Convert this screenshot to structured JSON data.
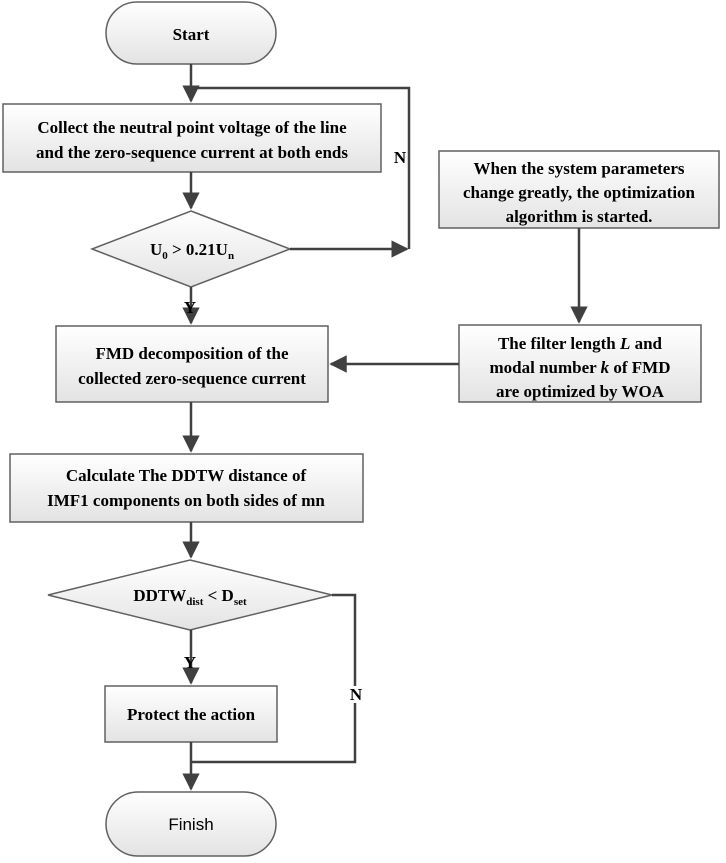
{
  "nodes": {
    "start": "Start",
    "collect": {
      "line1": "Collect the neutral point voltage of the line",
      "line2": "and the zero-sequence current at both ends"
    },
    "cond1": {
      "a": "U",
      "a_sub": "0",
      "op": " > 0.21U",
      "b_sub": "n"
    },
    "system_change": {
      "line1": "When the system parameters",
      "line2": "change greatly, the optimization",
      "line3": "algorithm is started."
    },
    "optimize": {
      "line1_a": "The filter length ",
      "line1_var": "L",
      "line1_b": " and",
      "line2_a": "modal number ",
      "line2_var": "k",
      "line2_b": " of FMD",
      "line3": "are optimized by WOA"
    },
    "fmd": {
      "line1": "FMD decomposition of the",
      "line2": "collected zero-sequence current"
    },
    "ddtw_calc": {
      "line1": "Calculate The DDTW distance of",
      "line2": "IMF1 components on both sides of mn"
    },
    "cond2": {
      "a": "DDTW",
      "a_sub": "dist",
      "op": " < D",
      "b_sub": "set"
    },
    "protect": "Protect the action",
    "finish": "Finish"
  },
  "labels": {
    "no1": "N",
    "yes1": "Y",
    "yes2": "Y",
    "no2": "N"
  },
  "colors": {
    "box_fill_top": "#ffffff",
    "box_fill_bottom": "#e6e6e6",
    "stroke": "#606060",
    "arrow": "#404040"
  }
}
